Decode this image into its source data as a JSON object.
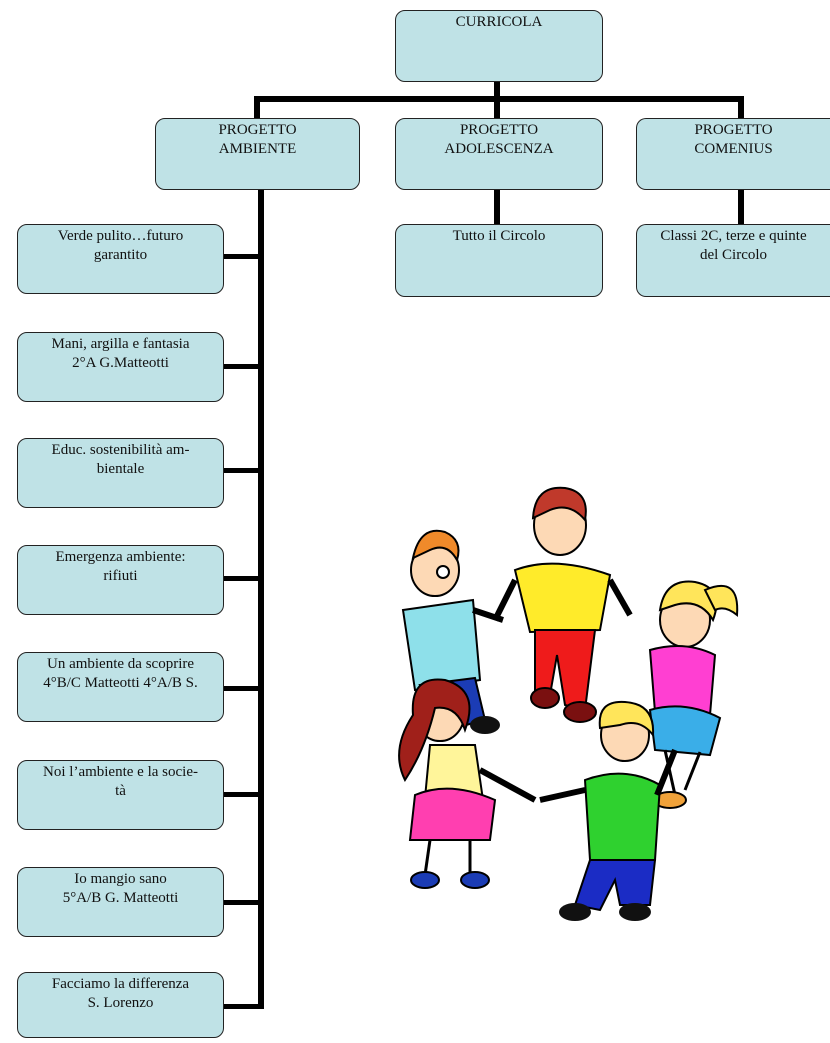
{
  "root": {
    "line1": "CURRICOLA"
  },
  "projects": [
    {
      "line1": "PROGETTO",
      "line2": "AMBIENTE"
    },
    {
      "line1": "PROGETTO",
      "line2": "ADOLESCENZA"
    },
    {
      "line1": "PROGETTO",
      "line2": "COMENIUS"
    }
  ],
  "adolescenza_child": {
    "line1": "Tutto il Circolo"
  },
  "comenius_child": {
    "line1": "Classi 2C, terze e quinte",
    "line2": "del Circolo"
  },
  "ambiente_items": [
    {
      "line1": "Verde pulito…futuro",
      "line2": "garantito"
    },
    {
      "line1": "Mani, argilla e fantasia",
      "line2": "2°A G.Matteotti"
    },
    {
      "line1": "Educ. sostenibilità am-",
      "line2": "bientale"
    },
    {
      "line1": "Emergenza ambiente:",
      "line2": "rifiuti"
    },
    {
      "line1": "Un ambiente da scoprire",
      "line2": "4°B/C Matteotti 4°A/B  S."
    },
    {
      "line1": "Noi l’ambiente e la socie-",
      "line2": "tà"
    },
    {
      "line1": "Io mangio sano",
      "line2": "5°A/B G. Matteotti"
    },
    {
      "line1": "Facciamo la differenza",
      "line2": "S. Lorenzo"
    }
  ],
  "colors": {
    "box_fill": "#bfe2e6",
    "connector": "#000000"
  },
  "illustration": "children-holding-hands-circle-clipart"
}
